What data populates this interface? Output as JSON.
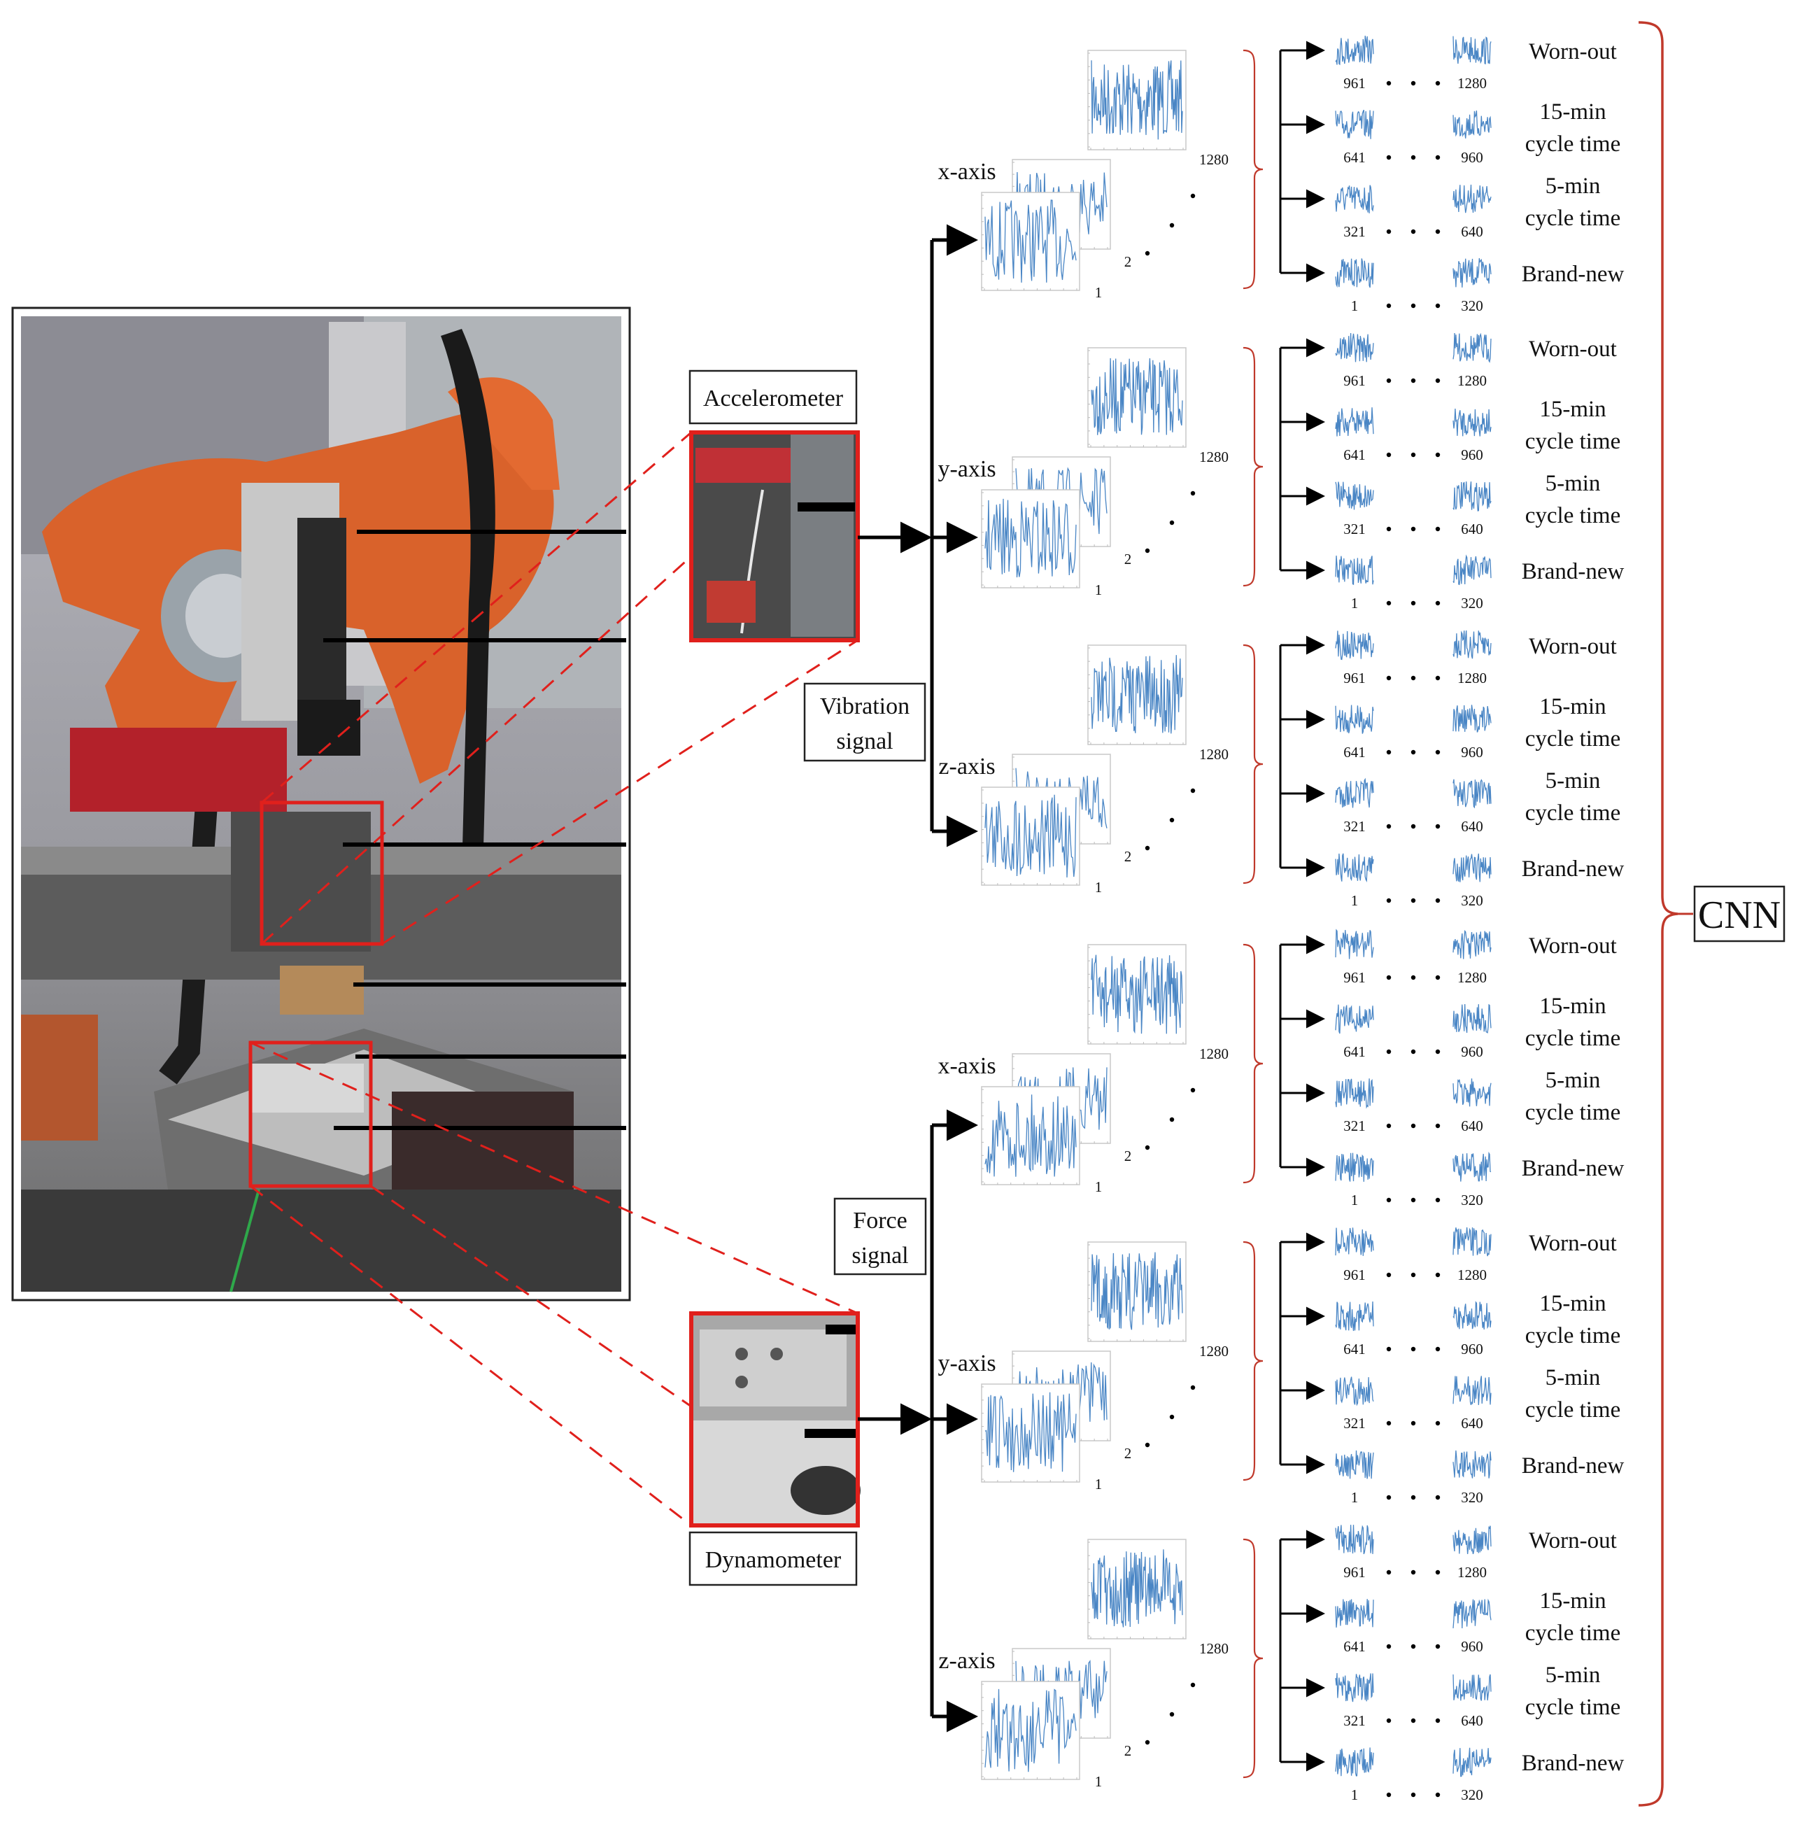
{
  "sensors": {
    "accelerometer": "Accelerometer",
    "dynamometer": "Dynamometer"
  },
  "signals": {
    "vibration": [
      "Vibration",
      "signal"
    ],
    "force": [
      "Force",
      "signal"
    ]
  },
  "axes": [
    "x-axis",
    "y-axis",
    "z-axis"
  ],
  "stack_labels": {
    "first": "1",
    "second": "2",
    "last": "1280"
  },
  "conditions": [
    {
      "name": [
        "Worn-out"
      ],
      "start": "961",
      "end": "1280"
    },
    {
      "name": [
        "15-min",
        "cycle time"
      ],
      "start": "641",
      "end": "960"
    },
    {
      "name": [
        "5-min",
        "cycle time"
      ],
      "start": "321",
      "end": "640"
    },
    {
      "name": [
        "Brand-new"
      ],
      "start": "1",
      "end": "320"
    }
  ],
  "classifier": "CNN",
  "colors": {
    "waveform": "#4a86c5",
    "highlight": "#e0201c",
    "bracket": "#c0392b"
  }
}
